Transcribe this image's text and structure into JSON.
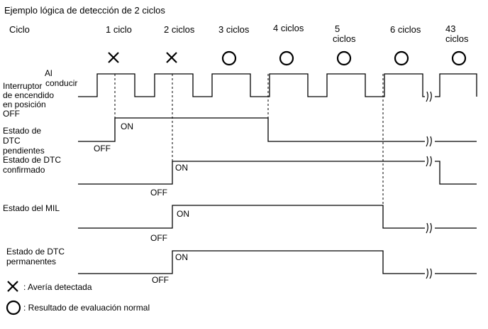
{
  "title": "Ejemplo lógica de detección de 2 ciclos",
  "cycle_header": "Ciclo",
  "cycles": [
    {
      "line1": "1 ciclo",
      "line2": "",
      "result": "fault"
    },
    {
      "line1": "2 ciclos",
      "line2": "",
      "result": "fault"
    },
    {
      "line1": "3 ciclos",
      "line2": "",
      "result": "normal"
    },
    {
      "line1": "4 ciclos",
      "line2": "",
      "result": "normal"
    },
    {
      "line1": "5",
      "line2": "ciclos",
      "result": "normal"
    },
    {
      "line1": "6 ciclos",
      "line2": "",
      "result": "normal"
    },
    {
      "line1": "43",
      "line2": "ciclos",
      "result": "normal"
    }
  ],
  "signals": {
    "ignition": {
      "label_lines": [
        "Interruptor",
        "de encendido",
        "en posición",
        "OFF"
      ],
      "on_label_lines": [
        "Al",
        "conducir"
      ]
    },
    "pending": {
      "label_lines": [
        "Estado de",
        "DTC",
        "pendientes"
      ],
      "on_text": "ON",
      "off_text": "OFF"
    },
    "confirmed": {
      "label_lines": [
        "Estado de DTC",
        "confirmado"
      ],
      "on_text": "ON",
      "off_text": "OFF"
    },
    "mil": {
      "label_lines": [
        "Estado del MIL"
      ],
      "on_text": "ON",
      "off_text": "OFF"
    },
    "permanent": {
      "label_lines": [
        "Estado de DTC",
        "permanentes"
      ],
      "on_text": "ON",
      "off_text": "OFF"
    }
  },
  "legend": {
    "fault_text": ": Avería detectada",
    "normal_text": ": Resultado de evaluación normal"
  }
}
